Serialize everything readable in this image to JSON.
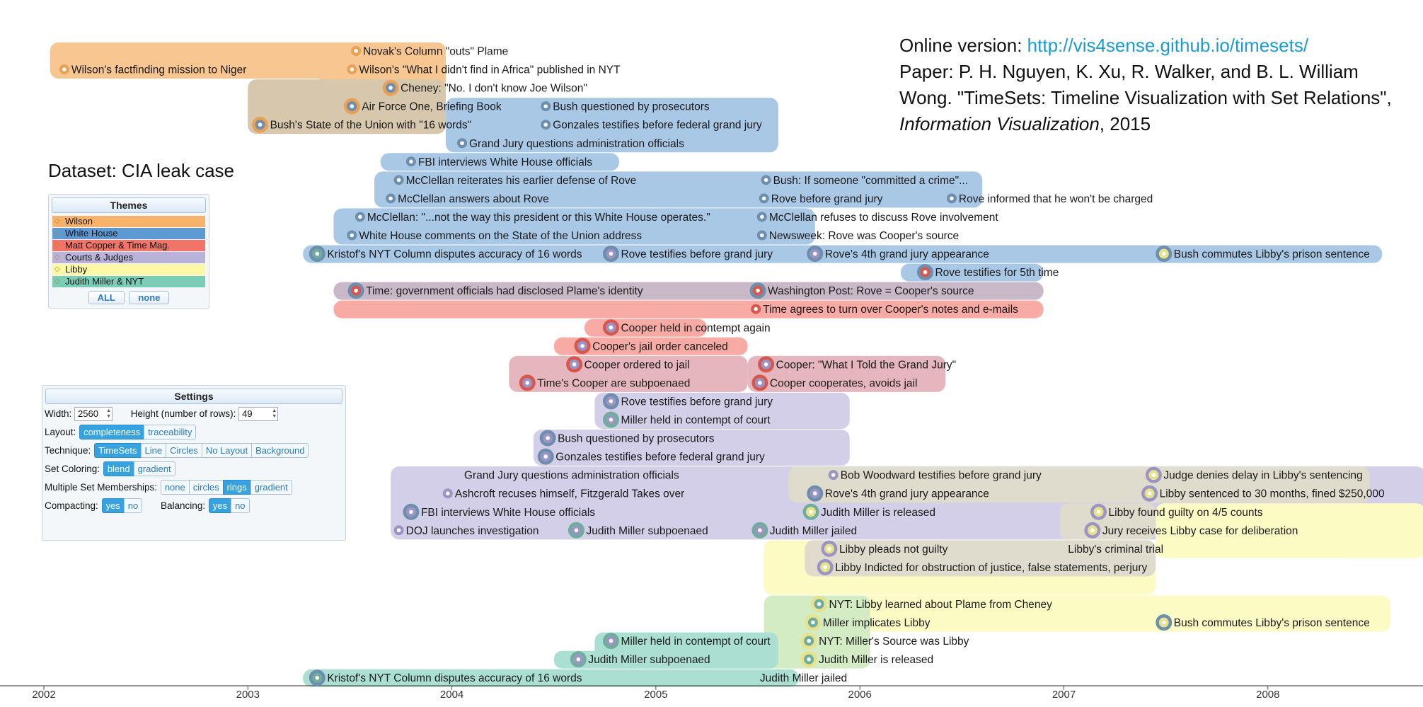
{
  "info": {
    "online_label": "Online version:",
    "online_url": "http://vis4sense.github.io/timesets/",
    "paper_prefix": "Paper: P. H. Nguyen, K. Xu, R. Walker, and B. L. William Wong. \"TimeSets: Timeline Visualization with Set Relations\",",
    "journal": "Information Visualization",
    "year": ", 2015"
  },
  "dataset_title": "Dataset: CIA leak case",
  "themes_panel": {
    "title": "Themes",
    "items": [
      {
        "label": "Wilson",
        "color": "#f8b26a"
      },
      {
        "label": "White House",
        "color": "#5d9ad4"
      },
      {
        "label": "Matt Copper & Time Mag.",
        "color": "#f27368"
      },
      {
        "label": "Courts & Judges",
        "color": "#b9b3d9"
      },
      {
        "label": "Libby",
        "color": "#fdf7a8"
      },
      {
        "label": "Judith Miller & NYT",
        "color": "#7ccdb8"
      }
    ],
    "all_label": "ALL",
    "none_label": "none"
  },
  "settings_panel": {
    "title": "Settings",
    "width_label": "Width:",
    "width_value": "2560",
    "height_label": "Height (number of rows):",
    "height_value": "49",
    "layout_label": "Layout:",
    "layout_options": [
      "completeness",
      "traceability"
    ],
    "layout_selected": "completeness",
    "technique_label": "Technique:",
    "technique_options": [
      "TimeSets",
      "Line",
      "Circles",
      "No Layout",
      "Background"
    ],
    "technique_selected": "TimeSets",
    "coloring_label": "Set Coloring:",
    "coloring_options": [
      "blend",
      "gradient"
    ],
    "coloring_selected": "blend",
    "membership_label": "Multiple Set Memberships:",
    "membership_options": [
      "none",
      "circles",
      "rings",
      "gradient"
    ],
    "membership_selected": "rings",
    "compacting_label": "Compacting:",
    "compacting_options": [
      "yes",
      "no"
    ],
    "compacting_selected": "yes",
    "balancing_label": "Balancing:",
    "balancing_options": [
      "yes",
      "no"
    ],
    "balancing_selected": "yes"
  },
  "chart_data": {
    "type": "timeline",
    "x_axis": {
      "ticks": [
        "2002",
        "2003",
        "2004",
        "2005",
        "2006",
        "2007",
        "2008"
      ],
      "range": [
        2002,
        2008.8
      ]
    },
    "set_colors": {
      "wilson": "#f8c690",
      "wh": "#a9c8e6",
      "cooper": "#f8aaa4",
      "courts": "#d3cfe8",
      "libby": "#fdfbc4",
      "miller": "#aadfd1",
      "wilson_wh": "#d7c8ad",
      "cooper_courts": "#e6b6be",
      "wh_cooper": "#c9b8c8",
      "courts_libby": "#dfdccd",
      "libby_miller": "#d4ecc4"
    },
    "events": [
      {
        "label": "Wilson's factfinding mission to Niger",
        "date": 2002.1,
        "row": 3,
        "sets": [
          "wilson"
        ]
      },
      {
        "label": "Novak's Column \"outs\" Plame",
        "date": 2003.53,
        "row": 2,
        "sets": [
          "wilson"
        ]
      },
      {
        "label": "Wilson's \"What I didn't find in Africa\" published in NYT",
        "date": 2003.51,
        "row": 3,
        "sets": [
          "wilson"
        ]
      },
      {
        "label": "Cheney: \"No. I don't know Joe Wilson\"",
        "date": 2003.7,
        "row": 4,
        "sets": [
          "wilson",
          "wh"
        ]
      },
      {
        "label": "Air Force One, Briefing Book",
        "date": 2003.51,
        "row": 5,
        "sets": [
          "wilson",
          "wh"
        ]
      },
      {
        "label": "Bush questioned by prosecutors",
        "date": 2004.46,
        "row": 5,
        "sets": [
          "wh"
        ]
      },
      {
        "label": "Bush's State of the Union with \"16 words\"",
        "date": 2003.06,
        "row": 6,
        "sets": [
          "wilson",
          "wh"
        ]
      },
      {
        "label": "Gonzales testifies before federal grand jury",
        "date": 2004.46,
        "row": 6,
        "sets": [
          "wh"
        ]
      },
      {
        "label": "Grand Jury questions administration officials",
        "date": 2004.05,
        "row": 7,
        "sets": [
          "wh"
        ]
      },
      {
        "label": "FBI interviews White House officials",
        "date": 2003.8,
        "row": 8,
        "sets": [
          "wh"
        ]
      },
      {
        "label": "McClellan reiterates his earlier defense of Rove",
        "date": 2003.74,
        "row": 9,
        "sets": [
          "wh"
        ]
      },
      {
        "label": "Bush: If someone \"committed a crime\"...",
        "date": 2005.54,
        "row": 9,
        "sets": [
          "wh"
        ]
      },
      {
        "label": "McClellan answers about Rove",
        "date": 2003.7,
        "row": 10,
        "sets": [
          "wh"
        ]
      },
      {
        "label": "Rove before grand jury",
        "date": 2005.53,
        "row": 10,
        "sets": [
          "wh"
        ]
      },
      {
        "label": "Rove informed that he won't be charged",
        "date": 2006.45,
        "row": 10,
        "sets": [
          "wh"
        ]
      },
      {
        "label": "McClellan: \"...not the way this president or this White House operates.\"",
        "date": 2003.55,
        "row": 11,
        "sets": [
          "wh"
        ]
      },
      {
        "label": "McClellan refuses to discuss Rove involvement",
        "date": 2005.52,
        "row": 11,
        "sets": [
          "wh"
        ]
      },
      {
        "label": "White House comments on the State of the Union address",
        "date": 2003.51,
        "row": 12,
        "sets": [
          "wh"
        ]
      },
      {
        "label": "Newsweek: Rove was Cooper's source",
        "date": 2005.52,
        "row": 12,
        "sets": [
          "wh"
        ]
      },
      {
        "label": "Kristof's NYT Column disputes accuracy of 16 words",
        "date": 2003.34,
        "row": 13,
        "sets": [
          "wh",
          "miller"
        ]
      },
      {
        "label": "Rove testifies before grand jury",
        "date": 2004.78,
        "row": 13,
        "sets": [
          "wh",
          "courts"
        ]
      },
      {
        "label": "Rove's 4th grand jury appearance",
        "date": 2005.78,
        "row": 13,
        "sets": [
          "wh",
          "courts"
        ]
      },
      {
        "label": "Bush commutes Libby's prison sentence",
        "date": 2007.49,
        "row": 13,
        "sets": [
          "wh",
          "libby"
        ]
      },
      {
        "label": "Rove testifies for 5th time",
        "date": 2006.32,
        "row": 14,
        "sets": [
          "wh",
          "cooper"
        ]
      },
      {
        "label": "Time: government officials had disclosed Plame's identity",
        "date": 2003.53,
        "row": 15,
        "sets": [
          "wh",
          "cooper"
        ]
      },
      {
        "label": "Washington Post: Rove = Cooper's source",
        "date": 2005.5,
        "row": 15,
        "sets": [
          "wh",
          "cooper"
        ]
      },
      {
        "label": "Time agrees to turn over Cooper's notes and e-mails",
        "date": 2005.49,
        "row": 16,
        "sets": [
          "cooper"
        ]
      },
      {
        "label": "Cooper held in contempt again",
        "date": 2004.78,
        "row": 17,
        "sets": [
          "cooper",
          "courts"
        ]
      },
      {
        "label": "Cooper's jail order canceled",
        "date": 2004.64,
        "row": 18,
        "sets": [
          "cooper",
          "courts"
        ]
      },
      {
        "label": "Cooper ordered to jail",
        "date": 2004.6,
        "row": 19,
        "sets": [
          "cooper",
          "courts"
        ]
      },
      {
        "label": "Cooper: \"What I Told the Grand Jury\"",
        "date": 2005.54,
        "row": 19,
        "sets": [
          "cooper",
          "courts"
        ]
      },
      {
        "label": "Time's Cooper are subpoenaed",
        "date": 2004.37,
        "row": 20,
        "sets": [
          "cooper",
          "courts"
        ]
      },
      {
        "label": "Cooper cooperates, avoids jail",
        "date": 2005.51,
        "row": 20,
        "sets": [
          "cooper",
          "courts"
        ]
      },
      {
        "label": "Rove testifies before grand jury",
        "date": 2004.78,
        "row": 21,
        "sets": [
          "wh",
          "courts"
        ]
      },
      {
        "label": "Miller held in contempt of court",
        "date": 2004.78,
        "row": 22,
        "sets": [
          "miller",
          "courts"
        ]
      },
      {
        "label": "Bush questioned by prosecutors",
        "date": 2004.47,
        "row": 23,
        "sets": [
          "wh",
          "courts"
        ]
      },
      {
        "label": "Gonzales testifies before federal grand jury",
        "date": 2004.46,
        "row": 24,
        "sets": [
          "wh",
          "courts"
        ]
      },
      {
        "label": "Grand Jury questions administration officials",
        "date": 2004.06,
        "row": 25,
        "sets": [
          "courts"
        ],
        "dot": false
      },
      {
        "label": "Bob Woodward testifies before grand jury",
        "date": 2005.87,
        "row": 25,
        "sets": [
          "courts"
        ]
      },
      {
        "label": "Judge denies delay in Libby's sentencing",
        "date": 2007.44,
        "row": 25,
        "sets": [
          "courts",
          "libby"
        ]
      },
      {
        "label": "Ashcroft recuses himself, Fitzgerald Takes over",
        "date": 2003.98,
        "row": 26,
        "sets": [
          "courts"
        ]
      },
      {
        "label": "Rove's 4th grand jury appearance",
        "date": 2005.78,
        "row": 26,
        "sets": [
          "wh",
          "courts"
        ]
      },
      {
        "label": "Libby sentenced to 30 months, fined $250,000",
        "date": 2007.42,
        "row": 26,
        "sets": [
          "courts",
          "libby"
        ]
      },
      {
        "label": "FBI interviews White House officials",
        "date": 2003.8,
        "row": 27,
        "sets": [
          "wh",
          "courts"
        ]
      },
      {
        "label": "Judith Miller is released",
        "date": 2005.76,
        "row": 27,
        "sets": [
          "miller",
          "libby"
        ]
      },
      {
        "label": "Libby found guilty on 4/5 counts",
        "date": 2007.17,
        "row": 27,
        "sets": [
          "courts",
          "libby"
        ]
      },
      {
        "label": "DOJ launches investigation",
        "date": 2003.74,
        "row": 28,
        "sets": [
          "courts"
        ]
      },
      {
        "label": "Judith Miller subpoenaed",
        "date": 2004.61,
        "row": 28,
        "sets": [
          "miller",
          "courts"
        ]
      },
      {
        "label": "Judith Miller jailed",
        "date": 2005.51,
        "row": 28,
        "sets": [
          "miller",
          "courts"
        ]
      },
      {
        "label": "Jury receives Libby case for deliberation",
        "date": 2007.14,
        "row": 28,
        "sets": [
          "courts",
          "libby"
        ]
      },
      {
        "label": "Libby pleads not guilty",
        "date": 2005.85,
        "row": 29,
        "sets": [
          "courts",
          "libby"
        ]
      },
      {
        "label": "Libby's criminal trial",
        "date": 2007.02,
        "row": 29,
        "sets": [
          "courts",
          "libby"
        ],
        "dot": false
      },
      {
        "label": "Libby Indicted for obstruction of justice, false statements, perjury",
        "date": 2005.83,
        "row": 30,
        "sets": [
          "courts",
          "libby"
        ]
      },
      {
        "label": "NYT: Libby learned about Plame from Cheney",
        "date": 2005.8,
        "row": 32,
        "sets": [
          "libby",
          "miller"
        ]
      },
      {
        "label": "Bush commutes Libby's prison sentence",
        "date": 2007.49,
        "row": 33,
        "sets": [
          "wh",
          "libby"
        ]
      },
      {
        "label": "Miller implicates Libby",
        "date": 2005.77,
        "row": 33,
        "sets": [
          "libby",
          "miller"
        ]
      },
      {
        "label": "Miller held in contempt of court",
        "date": 2004.78,
        "row": 34,
        "sets": [
          "miller",
          "courts"
        ]
      },
      {
        "label": "NYT: Miller's Source was Libby",
        "date": 2005.75,
        "row": 34,
        "sets": [
          "libby",
          "miller"
        ]
      },
      {
        "label": "Judith Miller subpoenaed",
        "date": 2004.62,
        "row": 35,
        "sets": [
          "miller",
          "courts"
        ]
      },
      {
        "label": "Judith Miller is released",
        "date": 2005.75,
        "row": 35,
        "sets": [
          "libby",
          "miller"
        ]
      },
      {
        "label": "Kristof's NYT Column disputes accuracy of 16 words",
        "date": 2003.34,
        "row": 36,
        "sets": [
          "wh",
          "miller"
        ]
      },
      {
        "label": "Judith Miller jailed",
        "date": 2005.51,
        "row": 36,
        "sets": [
          "miller"
        ],
        "dot": false
      }
    ]
  }
}
